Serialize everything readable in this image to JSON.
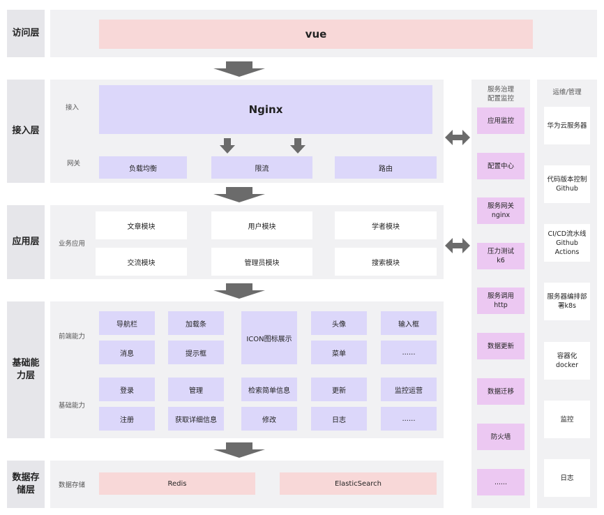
{
  "layers": {
    "access": "访问层",
    "ingress": "接入层",
    "application": "应用层",
    "foundation": "基础能力层",
    "storage": "数据存储层"
  },
  "access": {
    "vue": "vue"
  },
  "ingress": {
    "sub_access": "接入",
    "nginx": "Nginx",
    "sub_gateway": "网关",
    "gateway_items": [
      "负载均衡",
      "限流",
      "路由"
    ]
  },
  "application": {
    "sub_label": "业务应用",
    "modules": [
      "文章模块",
      "用户模块",
      "学者模块",
      "交流模块",
      "管理员模块",
      "搜索模块"
    ]
  },
  "foundation": {
    "frontend_label": "前端能力",
    "backend_label": "基础能力",
    "frontend_items": [
      "导航栏",
      "加载条",
      "ICON图标展示",
      "头像",
      "输入框",
      "消息",
      "提示框",
      "菜单",
      "......"
    ],
    "backend_items": [
      "登录",
      "管理",
      "检索简单信息",
      "更新",
      "监控运营",
      "注册",
      "获取详细信息",
      "修改",
      "日志",
      "......"
    ]
  },
  "storage": {
    "sub_label": "数据存储",
    "items": [
      "Redis",
      "ElasticSearch"
    ]
  },
  "governance": {
    "title": "服务治理\n配置监控",
    "items": [
      "应用监控",
      "配置中心",
      "服务网关\nnginx",
      "压力测试\nk6",
      "服务调用\nhttp",
      "数据更新",
      "数据迁移",
      "防火墙",
      "......"
    ]
  },
  "ops": {
    "title": "运维/管理",
    "items": [
      "华为云服务器",
      "代码版本控制\nGithub",
      "CI/CD流水线\nGithub\nActions",
      "服务器编排部\n署k8s",
      "容器化\ndocker",
      "监控",
      "日志"
    ]
  },
  "colors": {
    "layer_label_bg": "#e6e6ea",
    "panel_bg": "#f1f1f3",
    "pink": "#f8d8d8",
    "lavender": "#dcd7fa",
    "magenta": "#ecc8f2",
    "arrow": "#6b6b6b"
  }
}
